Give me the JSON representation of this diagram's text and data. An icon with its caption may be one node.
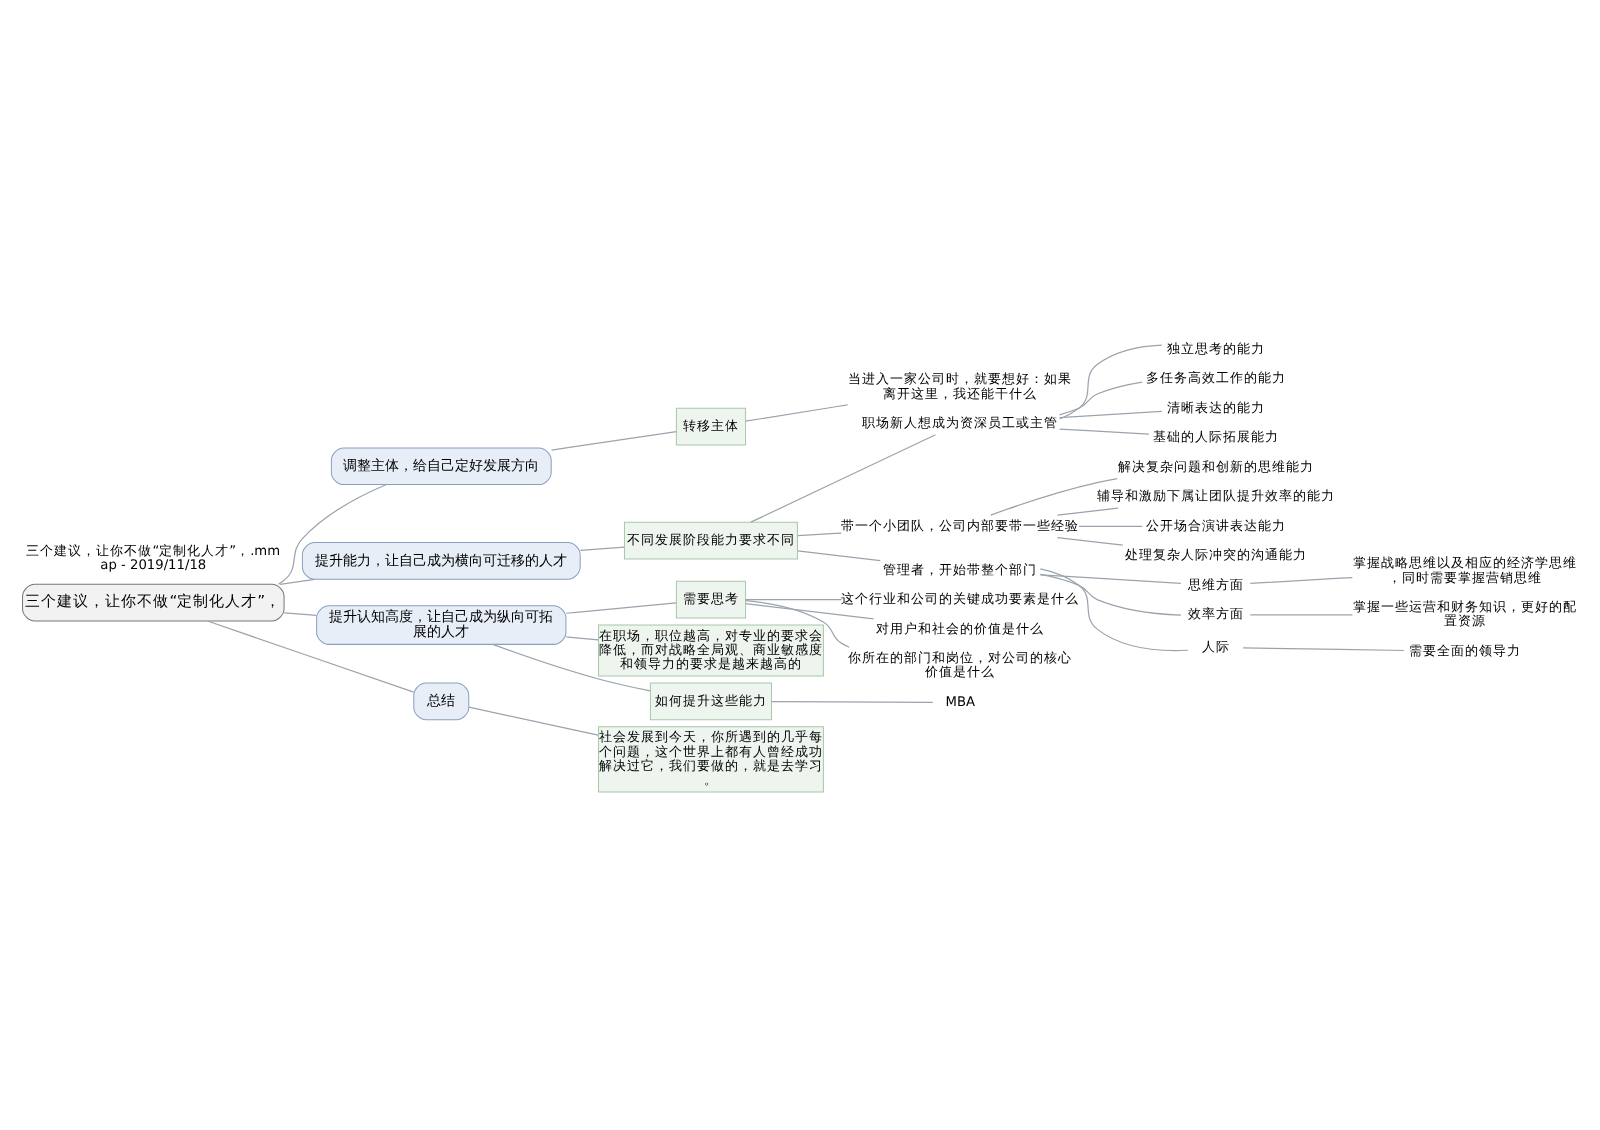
{
  "diagram": {
    "nodes": [
      {
        "text": [
          "三个建议，让你不做“定制化人才”，"
        ]
      },
      {
        "text": [
          "调整主体，给自己定好发展方向"
        ]
      },
      {
        "text": [
          "转移主体"
        ]
      },
      {
        "text": [
          "当进入一家公司时，就要想好：如果离开这里，我还能干什么"
        ]
      },
      {
        "text": [
          "提升能力，让自己成为横向可迁移的人才"
        ]
      },
      {
        "text": [
          "不同发展阶段能力要求不同"
        ]
      },
      {
        "text": [
          "职场新人想成为资深员工或主管"
        ]
      },
      {
        "text": [
          "独立思考的能力"
        ]
      },
      {
        "text": [
          "多任务高效工作的能力"
        ]
      },
      {
        "text": [
          "清晰表达的能力"
        ]
      },
      {
        "text": [
          "基础的人际拓展能力"
        ]
      },
      {
        "text": [
          "带一个小团队，公司内部要带一些经验"
        ]
      },
      {
        "text": [
          "解决复杂问题和创新的思维能力"
        ]
      },
      {
        "text": [
          "辅导和激励下属让团队提升效率的能力"
        ]
      },
      {
        "text": [
          "公开场合演讲表达能力"
        ]
      },
      {
        "text": [
          "处理复杂人际冲突的沟通能力"
        ]
      },
      {
        "text": [
          "管理者，开始带整个部门"
        ]
      },
      {
        "text": [
          "思维方面"
        ]
      },
      {
        "text": [
          "掌握战略思维以及相应的经济学思维，同时需要掌握营销思维"
        ]
      },
      {
        "text": [
          "效率方面"
        ]
      },
      {
        "text": [
          "掌握一些运营和财务知识，更好的配置资源"
        ]
      },
      {
        "text": [
          "人际"
        ]
      },
      {
        "text": [
          "需要全面的领导力"
        ]
      },
      {
        "text": [
          "提升认知高度，让自己成为纵向可拓展的人才"
        ]
      },
      {
        "text": [
          "需要思考"
        ]
      },
      {
        "text": [
          "这个行业和公司的关键成功要素是什么"
        ]
      },
      {
        "text": [
          "对用户和社会的价值是什么"
        ]
      },
      {
        "text": [
          "你所在的部门和岗位，对公司的核心价值是什么"
        ]
      },
      {
        "text": [
          "在职场，职位越高，对专业的要求会降低，而对战略全局观、商业敏感度和领导力的要求是越来越高的"
        ]
      },
      {
        "text": [
          "如何提升这些能力"
        ]
      },
      {
        "text": [
          "MBA"
        ]
      },
      {
        "text": [
          "总结"
        ]
      },
      {
        "text": [
          "社会发展到今天，你所遇到的几乎每个问题，这个世界上都有人曾经成功解决过它，我们要做的，就是去学习。"
        ]
      }
    ],
    "edges": [
      {
        "from": 0,
        "to": 1,
        "arrow": "none"
      },
      {
        "from": 1,
        "to": 2,
        "arrow": "none"
      },
      {
        "from": 2,
        "to": 3,
        "arrow": "none"
      },
      {
        "from": 0,
        "to": 4,
        "arrow": "none"
      },
      {
        "from": 4,
        "to": 5,
        "arrow": "none"
      },
      {
        "from": 5,
        "to": 6,
        "arrow": "none"
      },
      {
        "from": 6,
        "to": 7,
        "arrow": "none"
      },
      {
        "from": 6,
        "to": 8,
        "arrow": "none"
      },
      {
        "from": 6,
        "to": 9,
        "arrow": "none"
      },
      {
        "from": 6,
        "to": 10,
        "arrow": "none"
      },
      {
        "from": 5,
        "to": 11,
        "arrow": "none"
      },
      {
        "from": 11,
        "to": 12,
        "arrow": "none"
      },
      {
        "from": 11,
        "to": 13,
        "arrow": "none"
      },
      {
        "from": 11,
        "to": 14,
        "arrow": "none"
      },
      {
        "from": 11,
        "to": 15,
        "arrow": "none"
      },
      {
        "from": 5,
        "to": 16,
        "arrow": "none"
      },
      {
        "from": 16,
        "to": 17,
        "arrow": "none"
      },
      {
        "from": 17,
        "to": 18,
        "arrow": "none"
      },
      {
        "from": 16,
        "to": 19,
        "arrow": "none"
      },
      {
        "from": 19,
        "to": 20,
        "arrow": "none"
      },
      {
        "from": 16,
        "to": 21,
        "arrow": "none"
      },
      {
        "from": 21,
        "to": 22,
        "arrow": "none"
      },
      {
        "from": 0,
        "to": 23,
        "arrow": "none"
      },
      {
        "from": 23,
        "to": 24,
        "arrow": "none"
      },
      {
        "from": 24,
        "to": 25,
        "arrow": "none"
      },
      {
        "from": 24,
        "to": 26,
        "arrow": "none"
      },
      {
        "from": 24,
        "to": 27,
        "arrow": "none"
      },
      {
        "from": 23,
        "to": 28,
        "arrow": "none"
      },
      {
        "from": 23,
        "to": 29,
        "arrow": "none"
      },
      {
        "from": 29,
        "to": 30,
        "arrow": "none"
      },
      {
        "from": 0,
        "to": 31,
        "arrow": "none"
      },
      {
        "from": 31,
        "to": 32,
        "arrow": "none"
      }
    ],
    "labels": [
      "三个建议，让你不做“定制化人才”，.mmap - 2019/11/18"
    ]
  }
}
